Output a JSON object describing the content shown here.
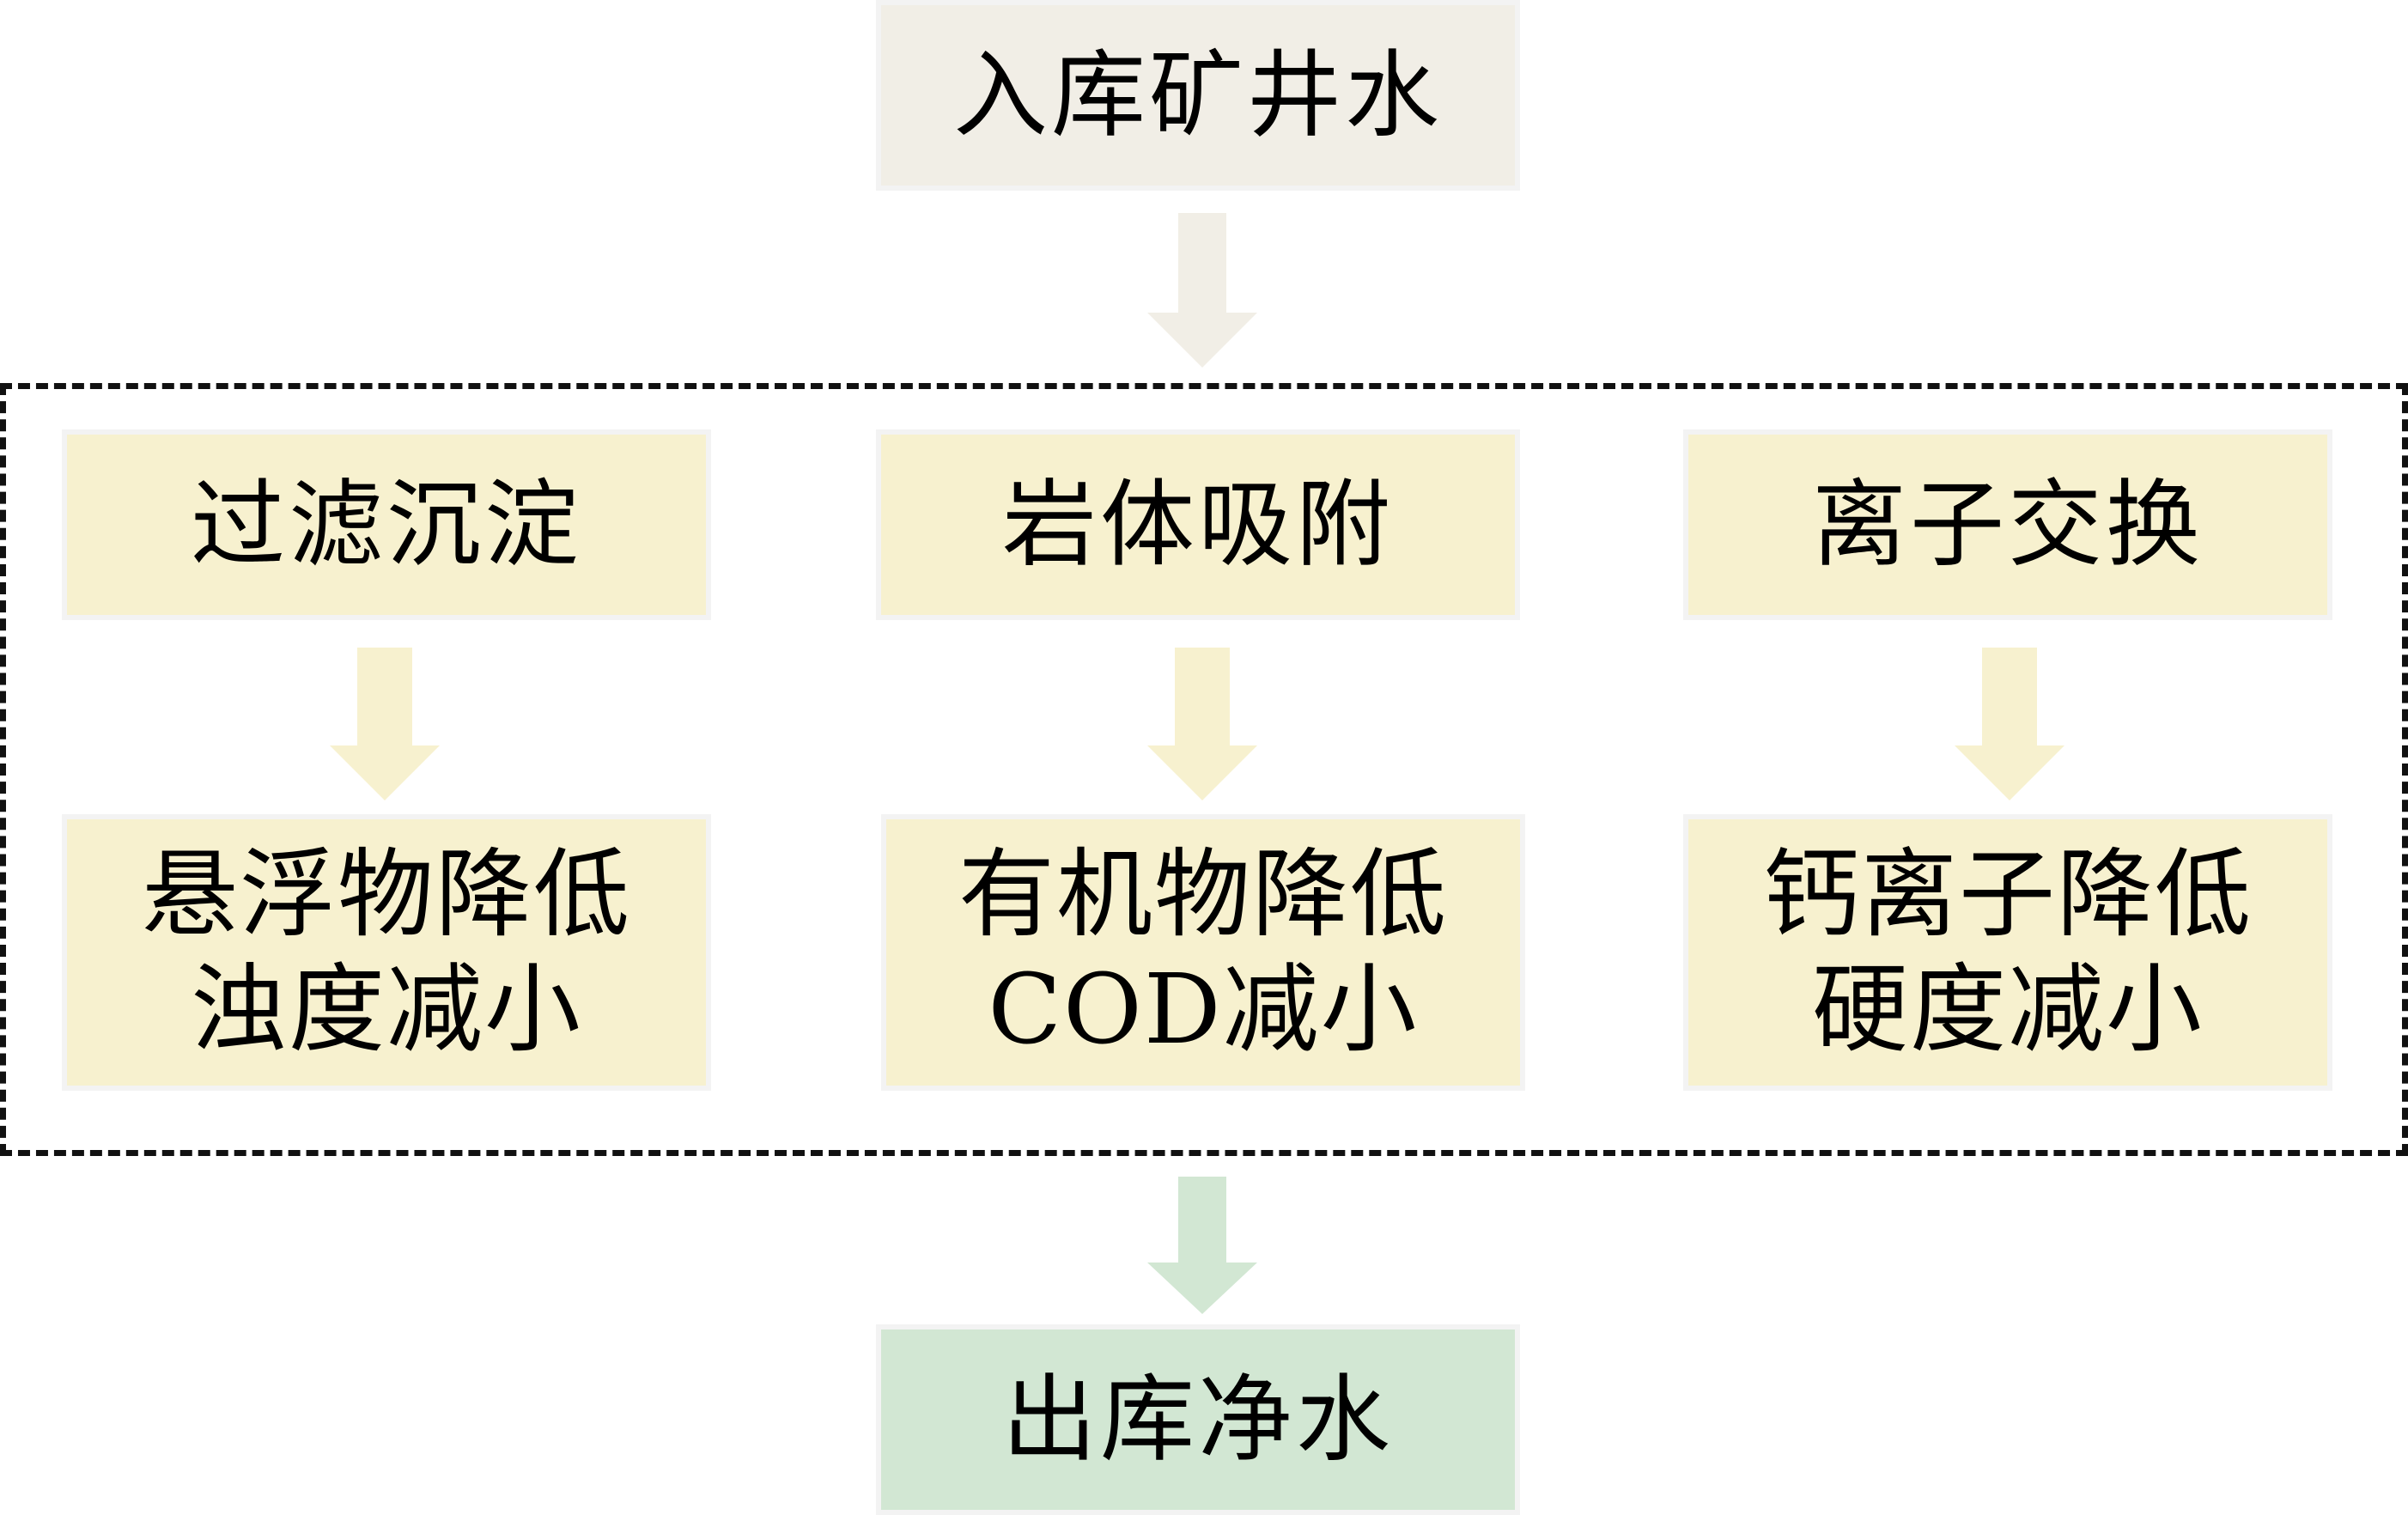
{
  "input": {
    "label": "入库矿井水"
  },
  "processes": [
    {
      "method": "过滤沉淀",
      "effect_lines": [
        "悬浮物降低",
        "浊度减小"
      ]
    },
    {
      "method": "岩体吸附",
      "effect_lines": [
        "有机物降低",
        "COD减小"
      ]
    },
    {
      "method": "离子交换",
      "effect_lines": [
        "钙离子降低",
        "硬度减小"
      ]
    }
  ],
  "output": {
    "label": "出库净水"
  },
  "colors": {
    "input_fill": "#f1eee6",
    "process_fill": "#f7f1cf",
    "output_fill": "#d2e7d3",
    "input_arrow": "#f1eee6",
    "process_arrow": "#f7f1cf",
    "output_arrow": "#d2e7d3",
    "frame_stroke": "#111111"
  }
}
